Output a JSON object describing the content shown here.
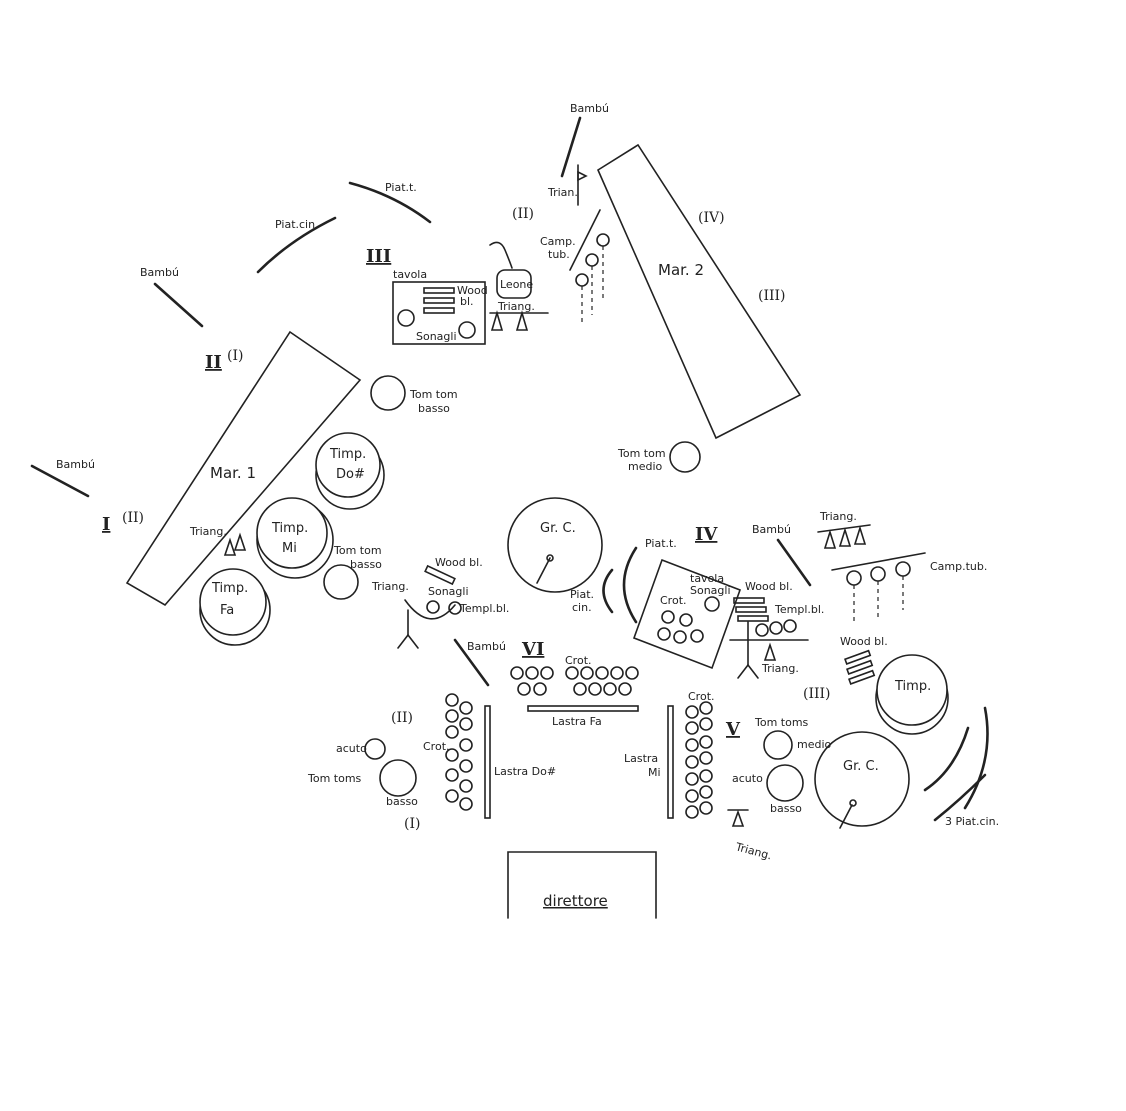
{
  "labels": {
    "bambu": "Bambú",
    "piat_t": "Piat.t.",
    "piat_cin": "Piat.cin.",
    "piat": "Piat.",
    "cin": "cin.",
    "tavola": "tavola",
    "wood": "Wood",
    "bl": "bl.",
    "wood_bl": "Wood bl.",
    "sonagli": "Sonagli",
    "leone": "Leone",
    "triang": "Triang.",
    "trian": "Trian.",
    "camp": "Camp.",
    "tub": "tub.",
    "camp_tub": "Camp.tub.",
    "mar1": "Mar. 1",
    "mar2": "Mar. 2",
    "tomtom": "Tom tom",
    "basso": "basso",
    "medio": "medio",
    "timp": "Timp.",
    "do_sharp": "Do#",
    "mi": "Mi",
    "fa": "Fa",
    "gr_c": "Gr. C.",
    "crot": "Crot.",
    "templ_bl": "Templ.bl.",
    "lastra_fa": "Lastra Fa",
    "lastra_do_sharp": "Lastra Do#",
    "lastra": "Lastra",
    "acuto": "acuto",
    "tom_toms": "Tom toms",
    "three_piat_cin": "3 Piat.cin.",
    "direttore": "direttore"
  },
  "romans": {
    "I": "I",
    "II": "II",
    "III": "III",
    "IV": "IV",
    "V": "V",
    "VI": "VI",
    "p_I": "(I)",
    "p_II": "(II)",
    "p_III": "(III)",
    "p_IV": "(IV)"
  }
}
